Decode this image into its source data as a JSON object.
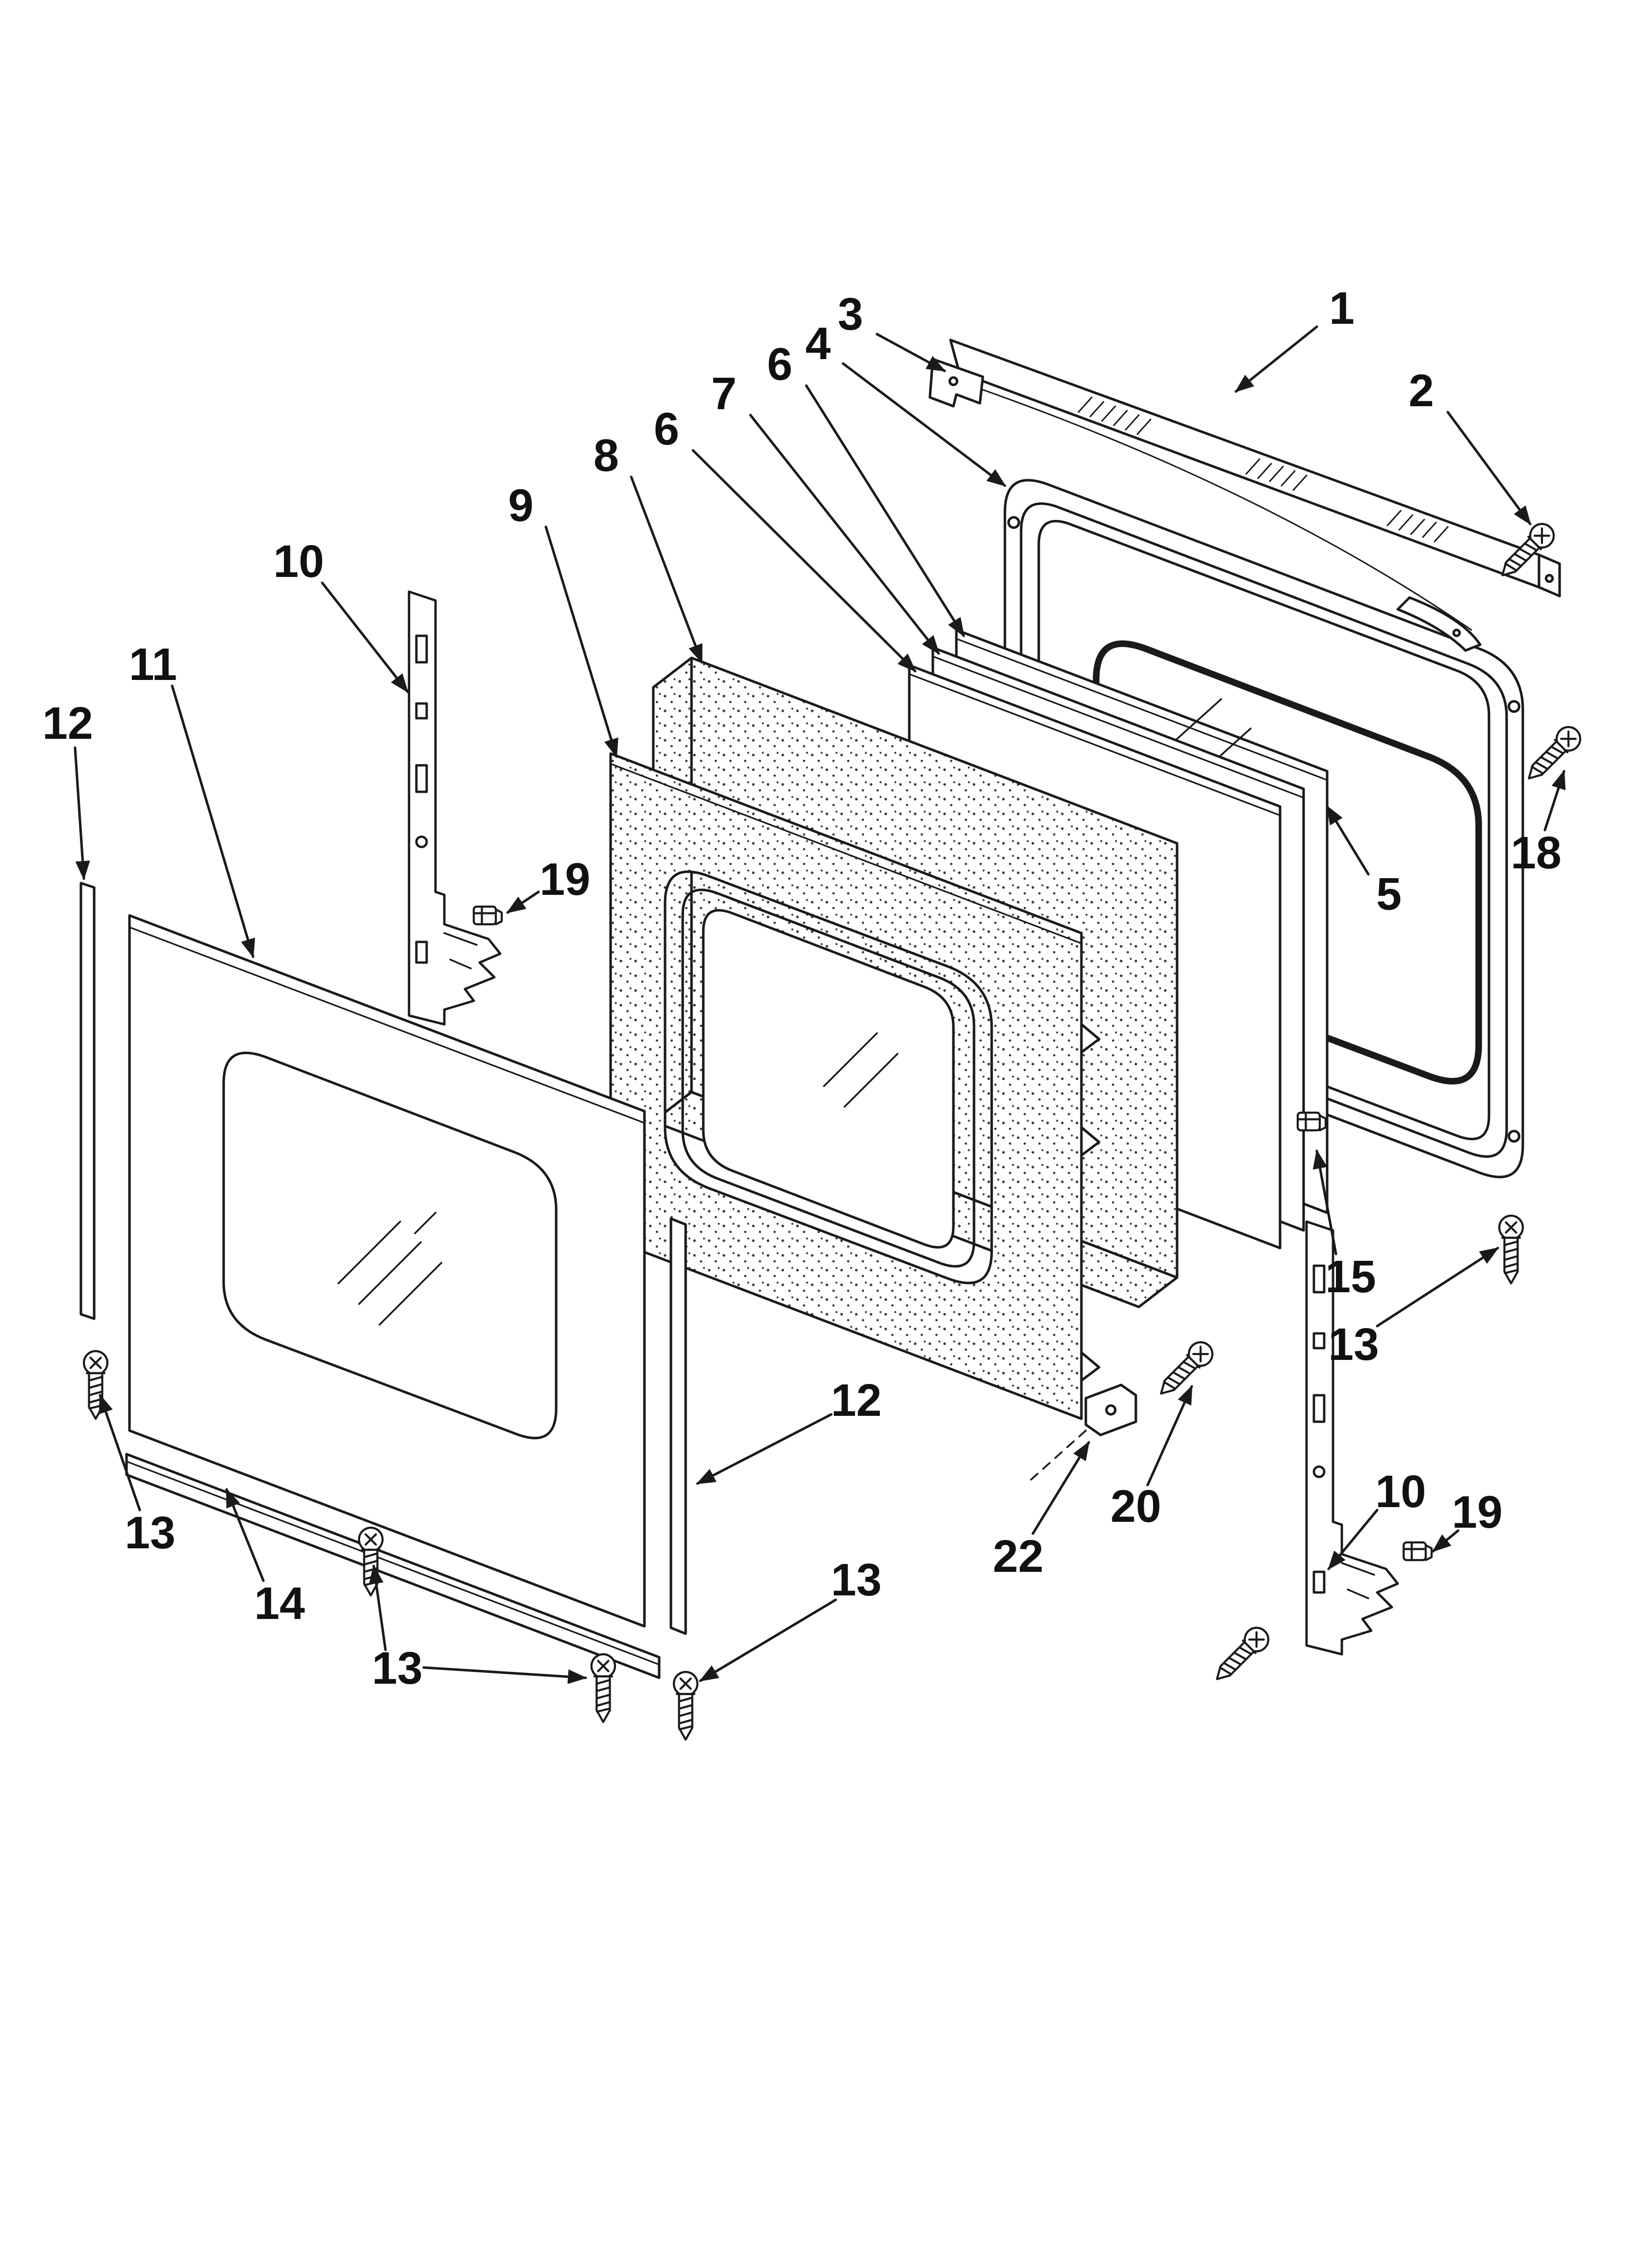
{
  "style": {
    "background": "#ffffff",
    "line_color": "#1a1a1a",
    "text_color": "#111111"
  },
  "callouts": [
    {
      "label": "1"
    },
    {
      "label": "2"
    },
    {
      "label": "3"
    },
    {
      "label": "4"
    },
    {
      "label": "6"
    },
    {
      "label": "7"
    },
    {
      "label": "6"
    },
    {
      "label": "8"
    },
    {
      "label": "9"
    },
    {
      "label": "10"
    },
    {
      "label": "11"
    },
    {
      "label": "12"
    },
    {
      "label": "19"
    },
    {
      "label": "5"
    },
    {
      "label": "18"
    },
    {
      "label": "15"
    },
    {
      "label": "13"
    },
    {
      "label": "12"
    },
    {
      "label": "13"
    },
    {
      "label": "14"
    },
    {
      "label": "13"
    },
    {
      "label": "22"
    },
    {
      "label": "20"
    },
    {
      "label": "13"
    },
    {
      "label": "10"
    },
    {
      "label": "19"
    }
  ]
}
